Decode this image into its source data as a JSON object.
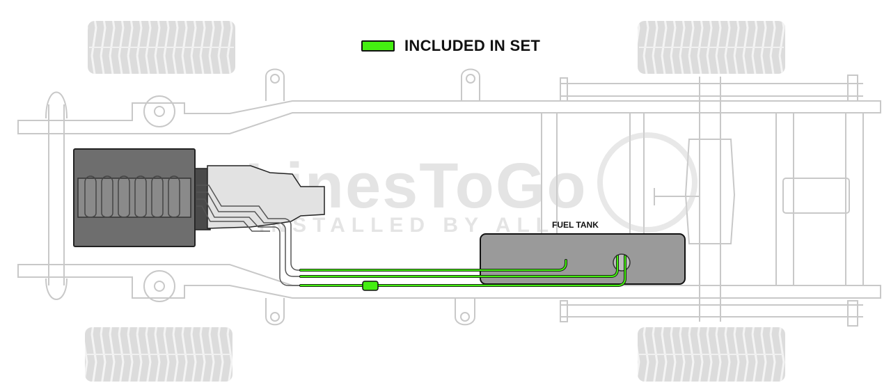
{
  "legend": {
    "label": "INCLUDED IN SET",
    "swatch_color": "#44ee11"
  },
  "labels": {
    "fuel_tank": "FUEL TANK"
  },
  "watermark": {
    "brand": "LinesToGo",
    "tagline": "INSTALLED BY ALL"
  },
  "colors": {
    "frame_stroke": "#c8c8c8",
    "tire": "#dcdcdc",
    "engine": "#6e6e6e",
    "transmission": "#e2e2e2",
    "fuel_tank": "#9a9a9a",
    "line_included": "#44ee11",
    "line_existing": "#555555"
  }
}
